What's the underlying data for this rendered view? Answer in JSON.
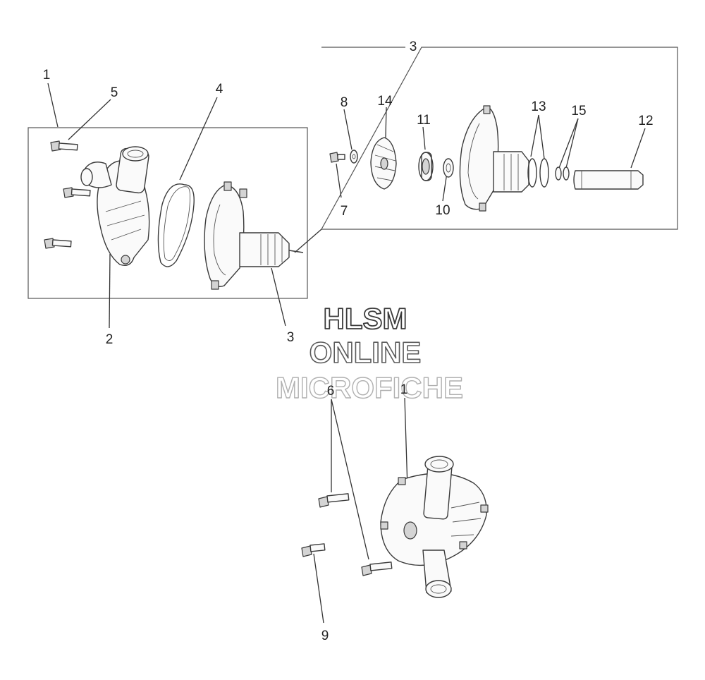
{
  "watermark": {
    "line1": "HLSM",
    "line2": "ONLINE",
    "line3": "MICROFICHE"
  },
  "callouts": {
    "c1_top": "1",
    "c2": "2",
    "c3_top": "3",
    "c3_lower": "3",
    "c4": "4",
    "c5": "5",
    "c6": "6",
    "c7": "7",
    "c8": "8",
    "c9": "9",
    "c10": "10",
    "c11": "11",
    "c12": "12",
    "c13": "13",
    "c14": "14",
    "c15": "15",
    "c1_bottom": "1"
  }
}
